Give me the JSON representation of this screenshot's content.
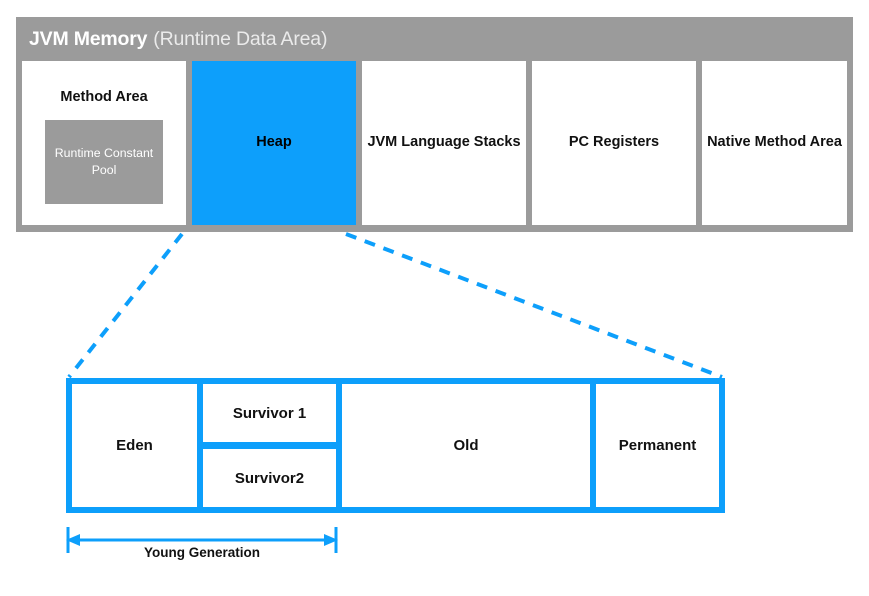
{
  "diagram": {
    "title_strong": "JVM Memory",
    "title_sub": "(Runtime Data Area)",
    "accent_color": "#0d9ffb",
    "gray_color": "#9b9b9b",
    "runtime_data_areas": [
      {
        "label": "Method Area",
        "highlight": false
      },
      {
        "label": "Heap",
        "highlight": true
      },
      {
        "label": "JVM Language Stacks",
        "highlight": false
      },
      {
        "label": "PC Registers",
        "highlight": false
      },
      {
        "label": "Native Method Area",
        "highlight": false
      }
    ],
    "method_area": {
      "title": "Method Area",
      "nested_label": "Runtime Constant Pool"
    },
    "stacks_label": "JVM Language Stacks",
    "pc_registers_label": "PC Registers",
    "native_method_label": "Native Method Area",
    "heap_detail": {
      "eden": "Eden",
      "survivor1": "Survivor 1",
      "survivor2": "Survivor2",
      "old": "Old",
      "permanent": "Permanent"
    },
    "measure": {
      "label": "Young Generation"
    }
  }
}
